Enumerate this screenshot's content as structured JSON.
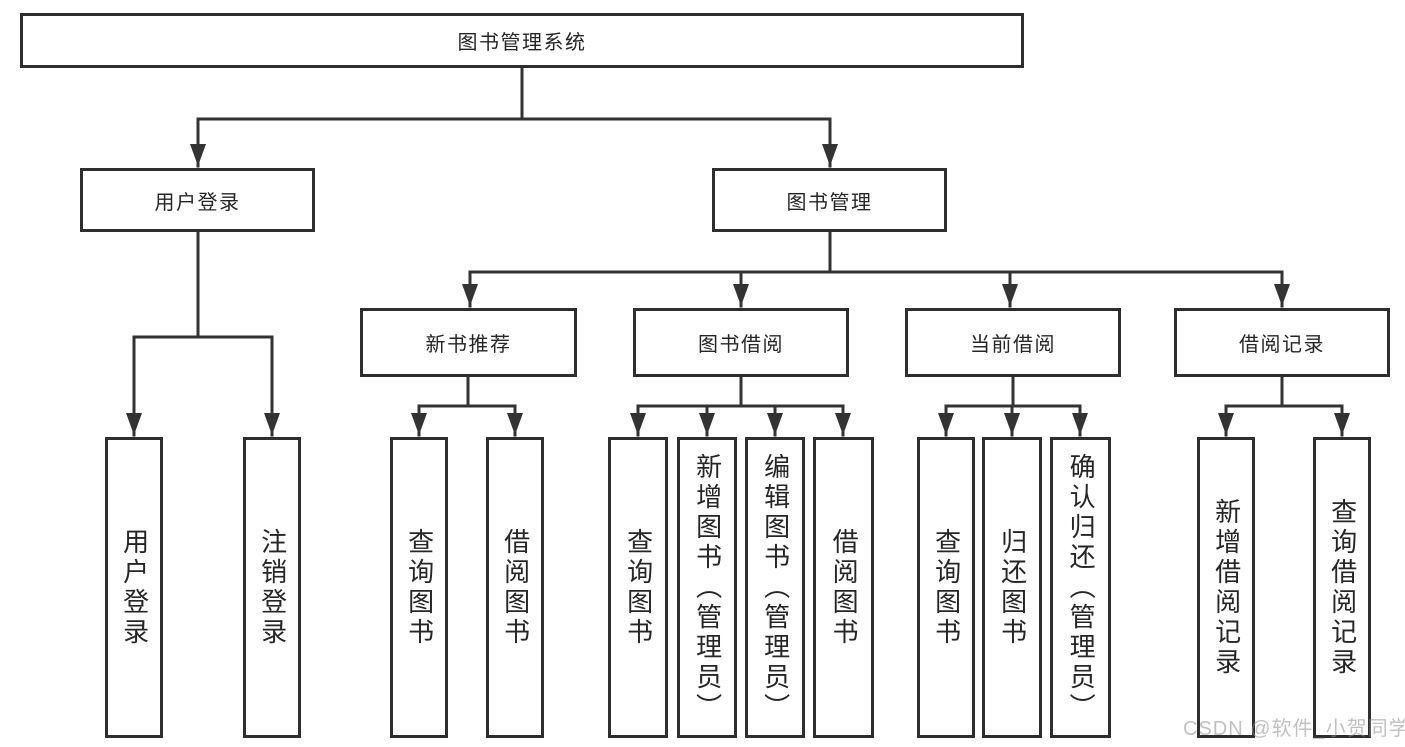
{
  "diagram": {
    "type": "org-tree",
    "watermark": "CSDN @软件_小贺同学",
    "colors": {
      "background": "#ffffff",
      "line": "#333333",
      "box_border": "#2e2e2e",
      "text": "#262626",
      "watermark_text": "#8f8f8f"
    },
    "tree": {
      "label": "图书管理系统",
      "children": [
        {
          "label": "用户登录",
          "children": [
            {
              "label": "用户登录"
            },
            {
              "label": "注销登录"
            }
          ]
        },
        {
          "label": "图书管理",
          "children": [
            {
              "label": "新书推荐",
              "children": [
                {
                  "label": "查询图书"
                },
                {
                  "label": "借阅图书"
                }
              ]
            },
            {
              "label": "图书借阅",
              "children": [
                {
                  "label": "查询图书"
                },
                {
                  "label": "新增图书（管理员）"
                },
                {
                  "label": "编辑图书（管理员）"
                },
                {
                  "label": "借阅图书"
                }
              ]
            },
            {
              "label": "当前借阅",
              "children": [
                {
                  "label": "查询图书"
                },
                {
                  "label": "归还图书"
                },
                {
                  "label": "确认归还（管理员）"
                }
              ]
            },
            {
              "label": "借阅记录",
              "children": [
                {
                  "label": "新增借阅记录"
                },
                {
                  "label": "查询借阅记录"
                }
              ]
            }
          ]
        }
      ]
    }
  }
}
